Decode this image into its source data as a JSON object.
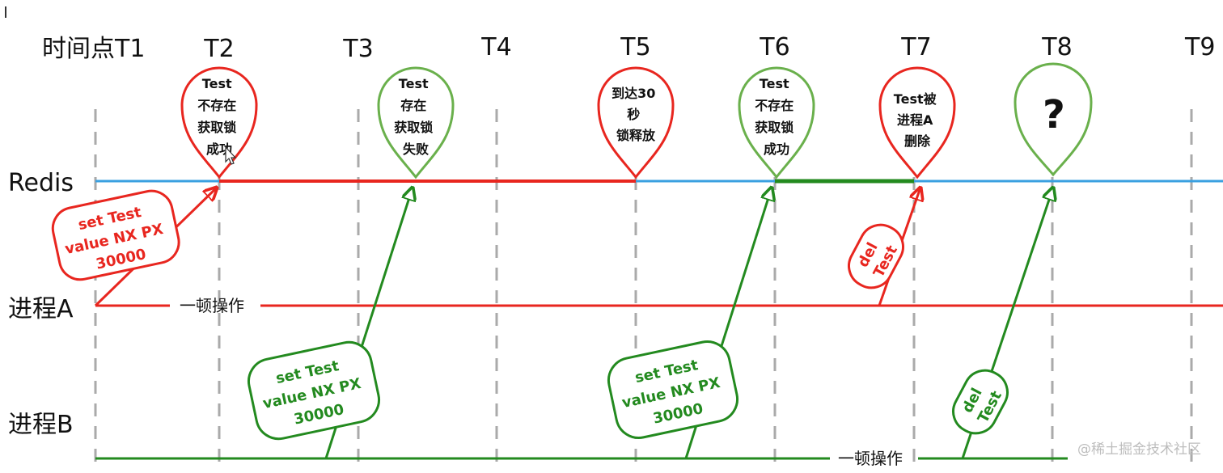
{
  "timepoints": [
    "时间点T1",
    "T2",
    "T3",
    "T4",
    "T5",
    "T6",
    "T7",
    "T8",
    "T9"
  ],
  "rows": {
    "redis": "Redis",
    "process_a": "进程A",
    "process_b": "进程B"
  },
  "pins": [
    {
      "id": "t2",
      "lines": [
        "Test",
        "不存在",
        "获取锁",
        "成功"
      ]
    },
    {
      "id": "t3",
      "lines": [
        "Test",
        "存在",
        "获取锁",
        "失败"
      ]
    },
    {
      "id": "t5",
      "lines": [
        "到达30",
        "秒",
        "锁释放"
      ]
    },
    {
      "id": "t6",
      "lines": [
        "Test",
        "不存在",
        "获取锁",
        "成功"
      ]
    },
    {
      "id": "t7",
      "lines": [
        "Test被",
        "进程A",
        "删除"
      ]
    },
    {
      "id": "t8",
      "lines": [
        "?"
      ]
    }
  ],
  "commands": {
    "a_set": [
      "set  Test",
      "value NX  PX",
      "30000"
    ],
    "b_set1": [
      "set  Test",
      "value NX  PX",
      "30000"
    ],
    "b_set2": [
      "set  Test",
      "value NX  PX",
      "30000"
    ],
    "a_del": [
      "del",
      "Test"
    ],
    "b_del": [
      "del",
      "Test"
    ]
  },
  "operations": {
    "a": "一顿操作",
    "b": "一顿操作"
  },
  "watermark": "@稀土掘金技术社区",
  "colors": {
    "red": "#e8261f",
    "green": "#238a1f",
    "green_light": "#6ab04c",
    "blue": "#3aa0e0",
    "dash": "#aaaaaa"
  }
}
